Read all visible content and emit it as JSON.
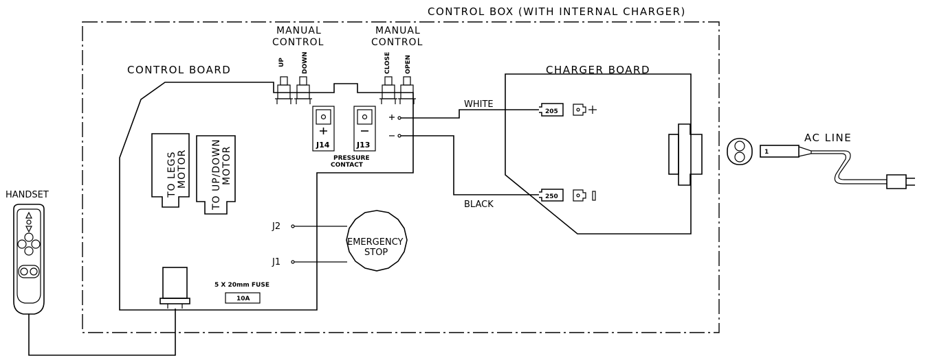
{
  "labels": {
    "control_box": "CONTROL BOX (WITH INTERNAL CHARGER)",
    "control_board": "CONTROL BOARD",
    "charger_board": "CHARGER BOARD",
    "manual_control_1_line1": "MANUAL",
    "manual_control_1_line2": "CONTROL",
    "manual_control_2_line1": "MANUAL",
    "manual_control_2_line2": "CONTROL",
    "switch_up": "UP",
    "switch_down": "DOWN",
    "switch_close": "CLOSE",
    "switch_open": "OPEN",
    "j14": "J14",
    "j13": "J13",
    "pressure_contact_line1": "PRESSURE",
    "pressure_contact_line2": "CONTACT",
    "legs_motor_line1": "TO LEGS",
    "legs_motor_line2": "MOTOR",
    "updown_motor_line1": "TO UP/DOWN",
    "updown_motor_line2": "MOTOR",
    "j2": "J2",
    "j1": "J1",
    "emergency_line1": "EMERGENCY",
    "emergency_line2": "STOP",
    "fuse_label": "5 X 20mm FUSE",
    "fuse_value": "10A",
    "white_wire": "WHITE",
    "black_wire": "BLACK",
    "terminal_205": "205",
    "terminal_250": "250",
    "ac_line": "AC LINE",
    "handset": "HANDSET"
  }
}
